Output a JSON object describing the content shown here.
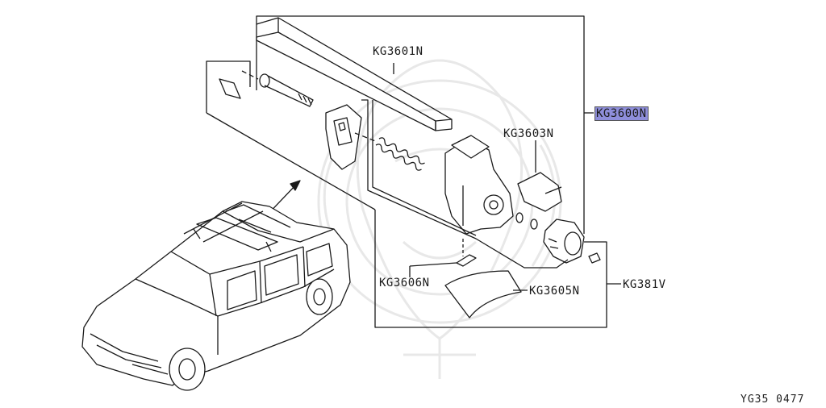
{
  "parts": {
    "rail_bar": "KG3601N",
    "assembly": "KG3600N",
    "cap": "KG3603N",
    "small_clip": "KG3606N",
    "cover": "KG3605N",
    "kit": "KG381V"
  },
  "highlighted_part": "KG3600N",
  "drawing_code": "YG35 0477",
  "colors": {
    "line": "#1a1a1a",
    "highlight": "#8e8edb",
    "watermark": "#e6e6e6"
  }
}
